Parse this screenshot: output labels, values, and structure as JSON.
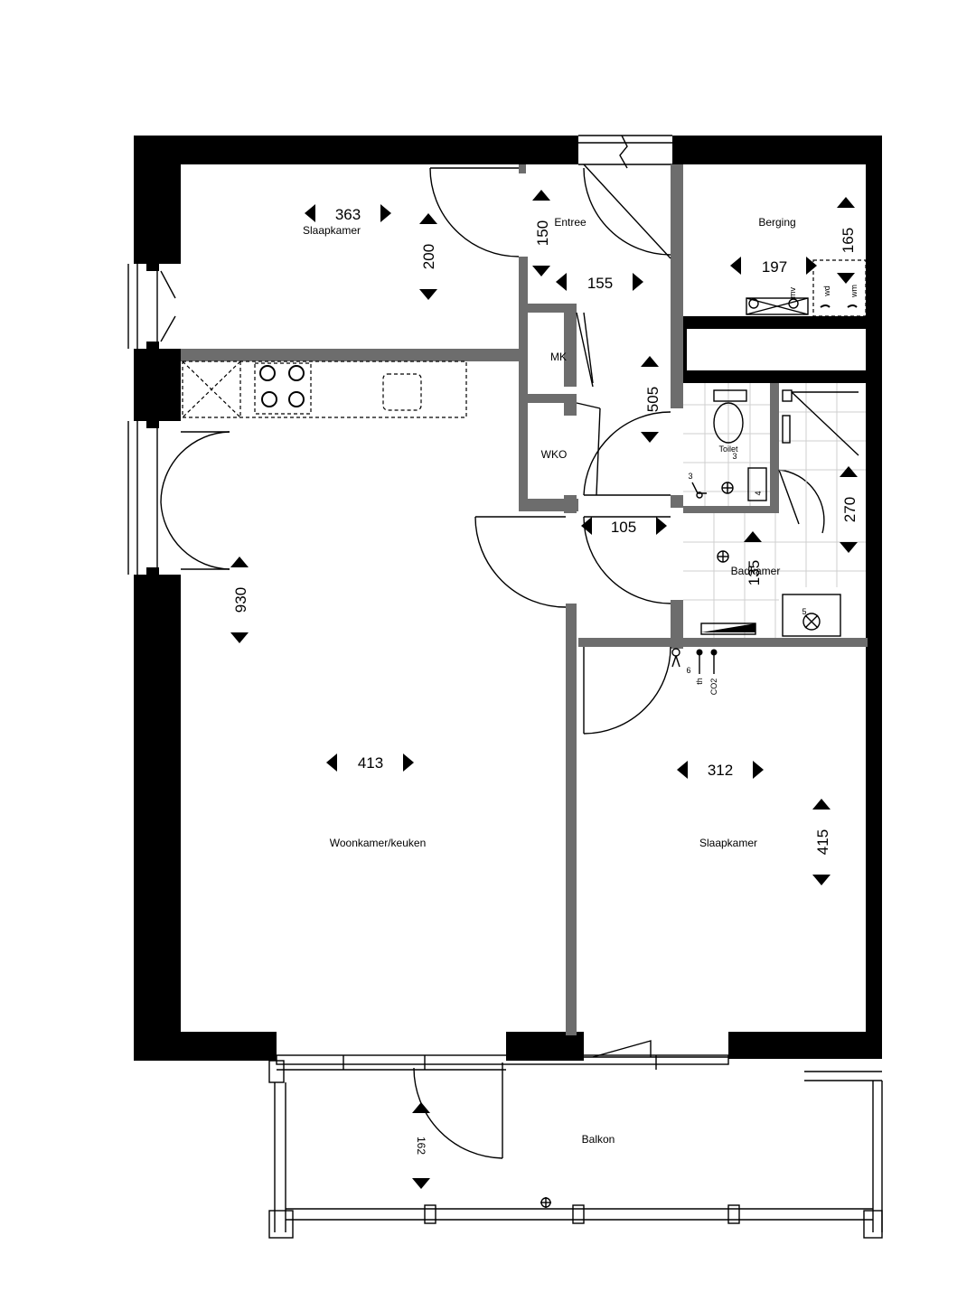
{
  "rooms": {
    "slaapkamer_1": "Slaapkamer",
    "entree": "Entree",
    "berging": "Berging",
    "mk": "MK",
    "wko": "WKO",
    "toilet": "Toilet",
    "badkamer": "Badkamer",
    "woonkamer": "Woonkamer/keuken",
    "slaapkamer_2": "Slaapkamer",
    "balkon": "Balkon"
  },
  "dimensions": {
    "slaapkamer_1_width": "363",
    "slaapkamer_1_depth": "200",
    "entree_depth": "150",
    "hall_width": "155",
    "berging_width": "197",
    "berging_depth": "165",
    "hall_length": "505",
    "badkamer_depth": "270",
    "badkamer_width": "135",
    "hall_2_width": "105",
    "woonkamer_depth": "930",
    "woonkamer_width": "413",
    "slaapkamer_2_width": "312",
    "slaapkamer_2_depth": "415",
    "balkon_depth": "162"
  },
  "symbols": {
    "wd": "wd",
    "wm": "wm",
    "mv": "mv",
    "th": "th",
    "co2": "CO2",
    "n3a": "3",
    "n3b": "3",
    "n4": "4",
    "n5": "5",
    "n6": "6"
  }
}
